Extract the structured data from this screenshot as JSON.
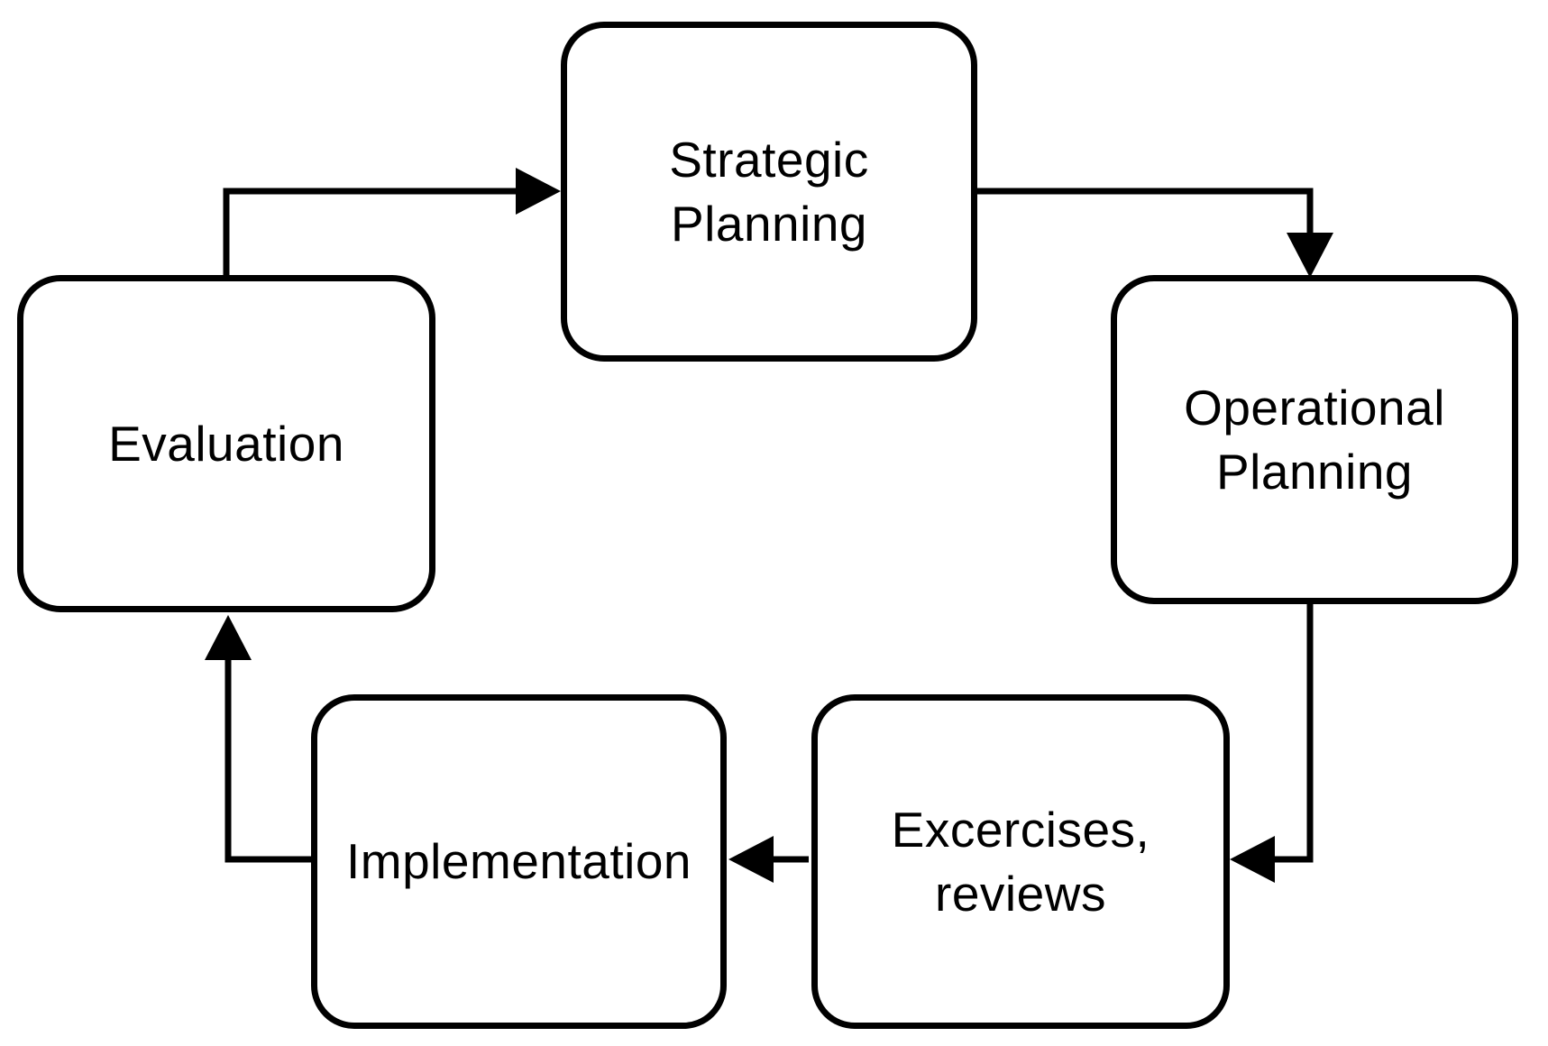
{
  "diagram": {
    "type": "cycle-flowchart",
    "background_color": "#ffffff",
    "node_fill_color": "#ffffff",
    "node_border_color": "#000000",
    "text_color": "#000000",
    "connector_color": "#000000"
  },
  "nodes": [
    {
      "id": "strategic-planning",
      "label": "Strategic\nPlanning"
    },
    {
      "id": "operational-planning",
      "label": "Operational\nPlanning"
    },
    {
      "id": "excercises-reviews",
      "label": "Excercises,\nreviews"
    },
    {
      "id": "implementation",
      "label": "Implementation"
    },
    {
      "id": "evaluation",
      "label": "Evaluation"
    }
  ],
  "edges": [
    {
      "from": "evaluation",
      "to": "strategic-planning"
    },
    {
      "from": "strategic-planning",
      "to": "operational-planning"
    },
    {
      "from": "operational-planning",
      "to": "excercises-reviews"
    },
    {
      "from": "excercises-reviews",
      "to": "implementation"
    },
    {
      "from": "implementation",
      "to": "evaluation"
    }
  ]
}
